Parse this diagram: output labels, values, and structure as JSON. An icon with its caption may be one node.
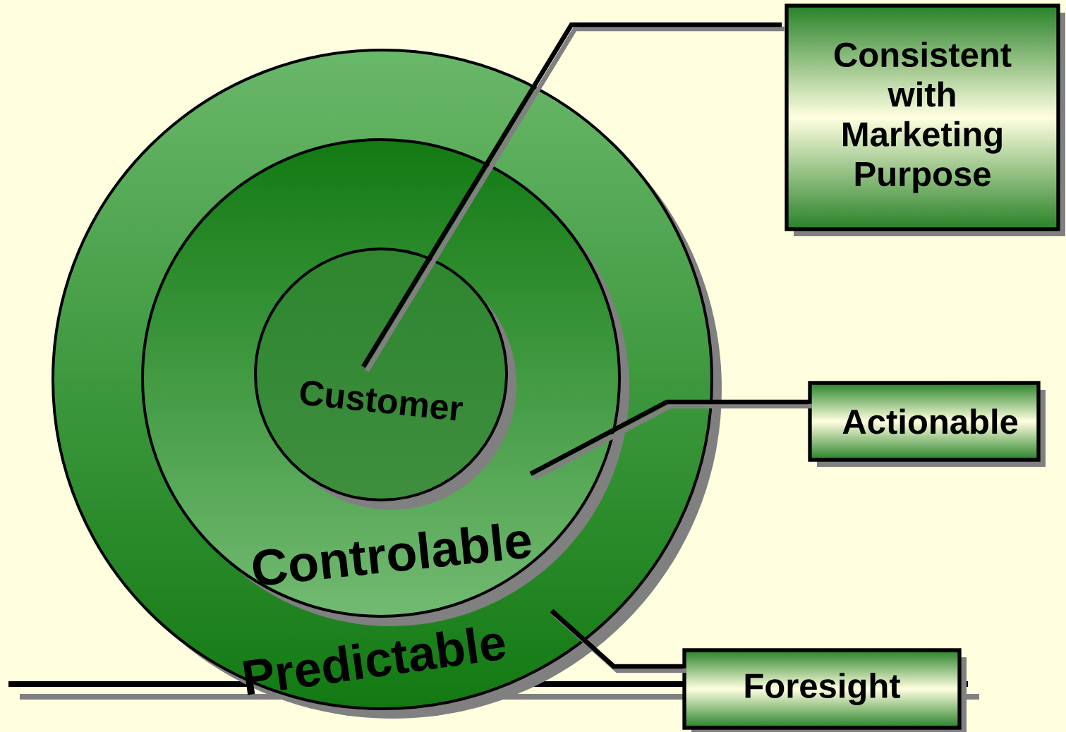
{
  "diagram": {
    "nodes": [
      {
        "text": [
          "Predictable"
        ]
      },
      {
        "text": [
          "Controlable"
        ],
        "in": 0
      },
      {
        "text": [
          "Customer"
        ],
        "in": 1
      },
      {
        "text": [
          "Consistent with Marketing Purpose"
        ]
      },
      {
        "text": [
          "Actionable"
        ]
      },
      {
        "text": [
          "Foresight"
        ]
      }
    ],
    "edges": [
      {
        "from": 3,
        "to": 2,
        "arrow": "none"
      },
      {
        "from": 4,
        "to": 1,
        "arrow": "none"
      },
      {
        "from": 5,
        "to": 0,
        "arrow": "none"
      }
    ]
  }
}
